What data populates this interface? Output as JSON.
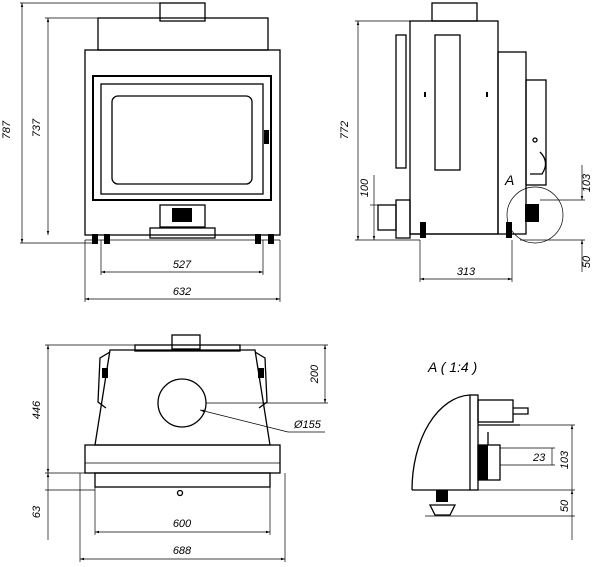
{
  "front_view": {
    "height_overall": "787",
    "height_body": "737",
    "width_inner": "527",
    "width_overall": "632"
  },
  "side_view": {
    "height_overall": "772",
    "height_outlet": "100",
    "depth": "313",
    "detail_height": "103",
    "detail_foot": "50",
    "detail_marker": "A"
  },
  "top_view": {
    "offset_flue": "200",
    "depth_overall": "446",
    "flue_diameter": "Ø155",
    "frame_depth": "63",
    "width_inner": "600",
    "width_overall": "688"
  },
  "detail_view": {
    "title": "A ( 1:4 )",
    "dim_small": "23",
    "dim_height": "103",
    "dim_foot": "50"
  }
}
